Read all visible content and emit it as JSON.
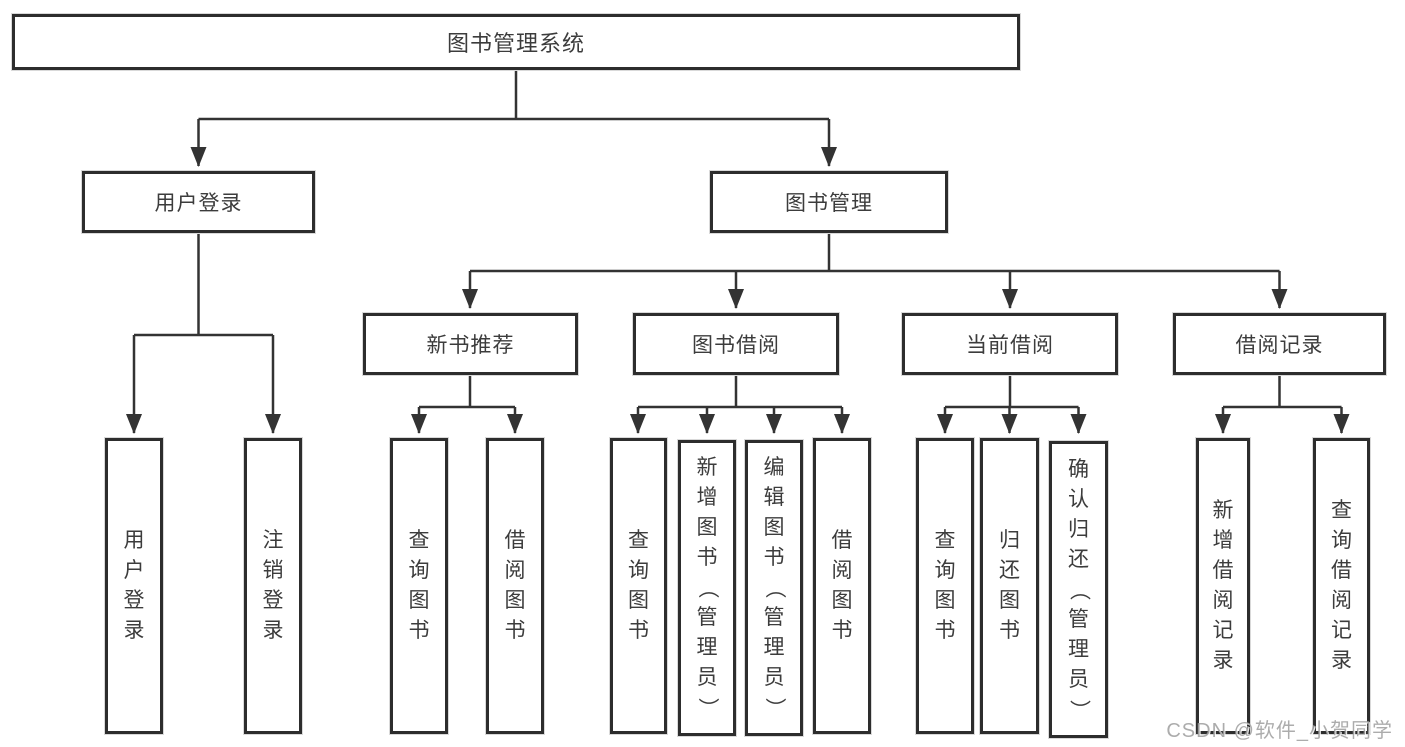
{
  "nodes": {
    "root": "图书管理系统",
    "user_login": "用户登录",
    "book_mgmt": "图书管理",
    "new_book_rec": "新书推荐",
    "book_borrow": "图书借阅",
    "current_borrow": "当前借阅",
    "borrow_record": "借阅记录",
    "leaf_user_login": "用户登录",
    "leaf_logout": "注销登录",
    "leaf_rec_query": "查询图书",
    "leaf_rec_borrow": "借阅图书",
    "leaf_bb_query": "查询图书",
    "leaf_bb_add": "新增图书（管理员）",
    "leaf_bb_edit": "编辑图书（管理员）",
    "leaf_bb_borrow": "借阅图书",
    "leaf_cb_query": "查询图书",
    "leaf_cb_return": "归还图书",
    "leaf_cb_confirm": "确认归还（管理员）",
    "leaf_br_add": "新增借阅记录",
    "leaf_br_query": "查询借阅记录"
  },
  "watermark": "CSDN @软件_小贺同学",
  "colors": {
    "line": "#333333",
    "box_border": "#2d2d2d",
    "text": "#3c3c3c",
    "watermark": "#9e9e9e"
  }
}
